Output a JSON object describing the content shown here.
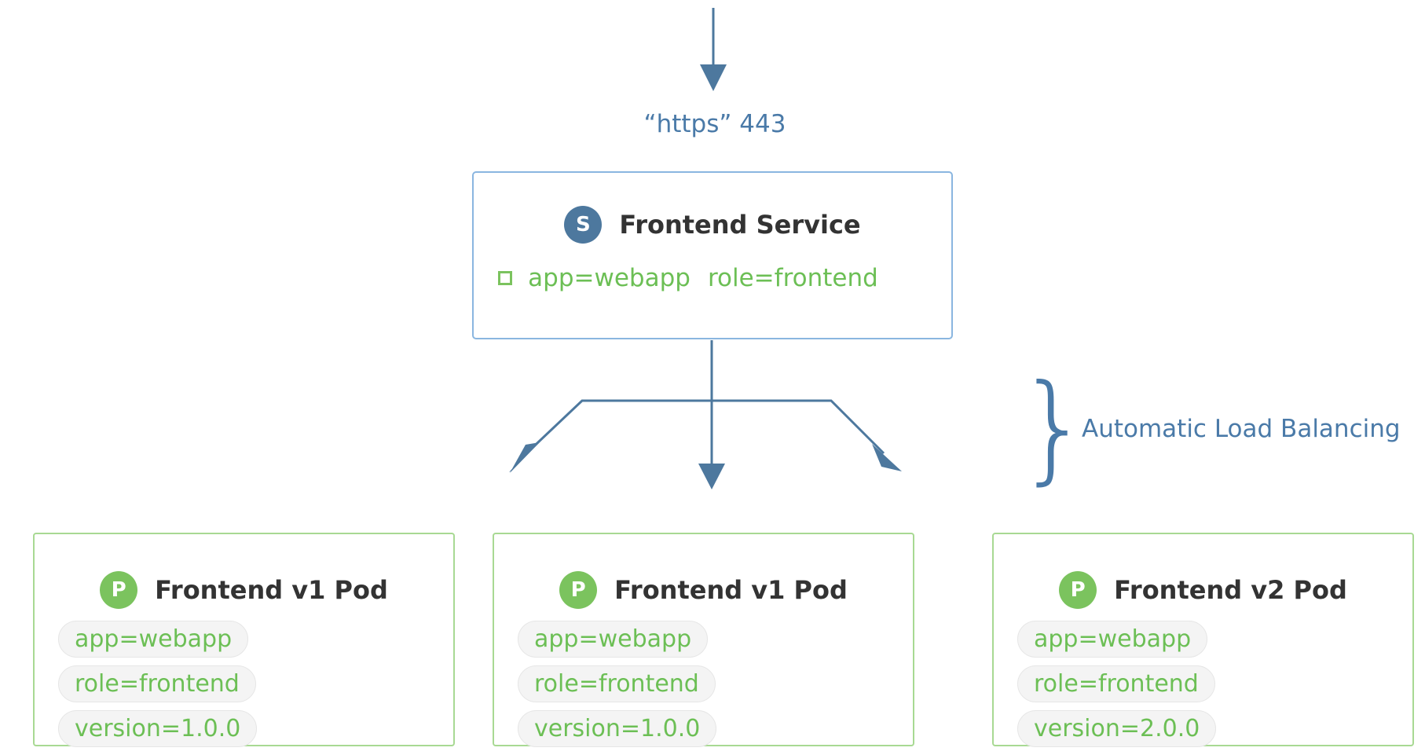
{
  "ingress": {
    "port_label": "“https” 443"
  },
  "service": {
    "badge": "S",
    "title": "Frontend Service",
    "selector": [
      "app=webapp",
      "role=frontend"
    ]
  },
  "load_balancing_label": "Automatic Load Balancing",
  "pods": [
    {
      "badge": "P",
      "title": "Frontend v1 Pod",
      "labels": [
        "app=webapp",
        "role=frontend",
        "version=1.0.0"
      ]
    },
    {
      "badge": "P",
      "title": "Frontend v1 Pod",
      "labels": [
        "app=webapp",
        "role=frontend",
        "version=1.0.0"
      ]
    },
    {
      "badge": "P",
      "title": "Frontend v2 Pod",
      "labels": [
        "app=webapp",
        "role=frontend",
        "version=2.0.0"
      ]
    }
  ],
  "colors": {
    "arrow": "#4d789e",
    "service_border": "#8ab6e0",
    "pod_border": "#a8d993",
    "label_green": "#6cbf55",
    "caption_blue": "#4a7aa8"
  }
}
